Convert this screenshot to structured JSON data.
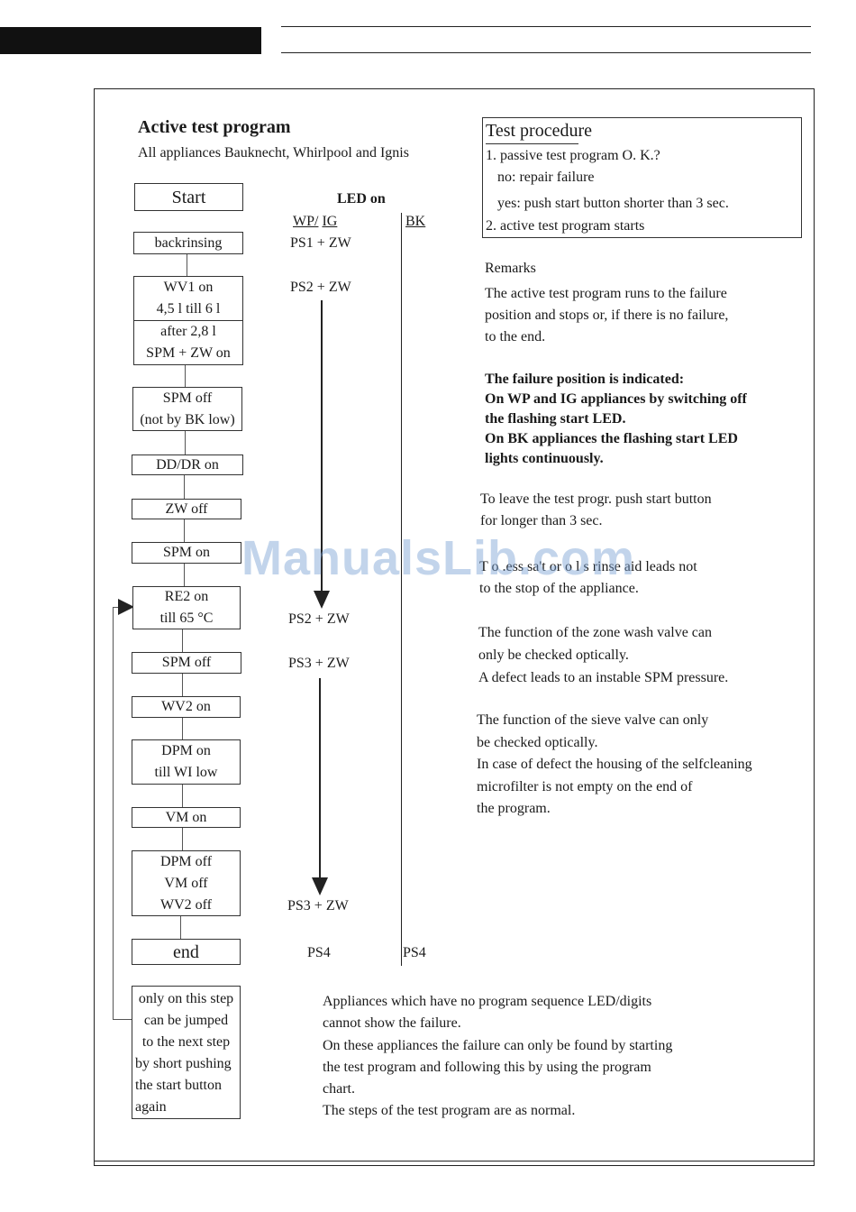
{
  "header": {},
  "left": {
    "title": "Active test program",
    "subtitle": "All appliances Bauknecht, Whirlpool and Ignis"
  },
  "flow": {
    "start": "Start",
    "backrinsing": "backrinsing",
    "wv1_a": "WV1 on",
    "wv1_b": "4,5 l till 6 l",
    "after_a": "after 2,8 l",
    "after_b": "SPM + ZW on",
    "spm_off_a": "SPM off",
    "spm_off_b": "(not by BK low)",
    "dd_dr": "DD/DR on",
    "zw_off": "ZW off",
    "spm_on": "SPM on",
    "re2_a": "RE2 on",
    "re2_b": "till 65 °C",
    "spm_off2": "SPM off",
    "wv2_on": "WV2 on",
    "dpm_on_a": "DPM on",
    "dpm_on_b": "till WI low",
    "vm_on": "VM on",
    "dpm_off": "DPM off",
    "vm_off": "VM off",
    "wv2_off": "WV2 off",
    "end": "end",
    "note_lines": [
      "only on this step",
      "can be jumped",
      "to the next step",
      "by short pushing",
      "the start button",
      "again"
    ]
  },
  "led": {
    "header": "LED on",
    "col_wp": "WP/",
    "col_ig": "IG",
    "col_bk": "BK",
    "r1": "PS1 + ZW",
    "r2": "PS2 + ZW",
    "r3": "PS2 + ZW",
    "r4": "PS3 + ZW",
    "r5": "PS3 + ZW",
    "r6": "PS4",
    "bk_end": "PS4"
  },
  "test_procedure": {
    "title": "Test procedure",
    "l1": "1. passive test program O. K.?",
    "l2": "no: repair failure",
    "l3": "yes: push start button shorter than 3 sec.",
    "l4": "2. active test program starts"
  },
  "remarks": {
    "title": "Remarks",
    "p1": [
      "The active test program runs to the failure",
      "position and stops or, if there is no failure,",
      "to the end."
    ],
    "p2": [
      "The failure position is indicated:",
      "On WP and IG appliances by switching off",
      "the flashing start LED.",
      "On BK appliances the flashing start LED",
      "lights continuously."
    ],
    "p3": [
      "To leave the test progr. push start button",
      "for longer than 3 sec."
    ],
    "p4": [
      "T  o  .ess sa't  or  o  l  s  rinse aid leads not",
      "to the stop of the appliance."
    ],
    "p5": [
      "The function of the zone wash valve can",
      "only be checked optically.",
      "A defect leads to an instable SPM pressure."
    ],
    "p6": [
      "The function of the sieve valve can only",
      "be checked optically.",
      "In case of defect the housing of the selfcleaning",
      "microfilter is not empty on the end of",
      "the program."
    ]
  },
  "bottom_note": [
    "Appliances which have no program sequence LED/digits",
    "cannot show the failure.",
    "On these appliances the failure can only be found by starting",
    "the test program and following this by using the program",
    "chart.",
    "The steps of the test program are as normal."
  ],
  "watermark": "ManualsLib.com"
}
